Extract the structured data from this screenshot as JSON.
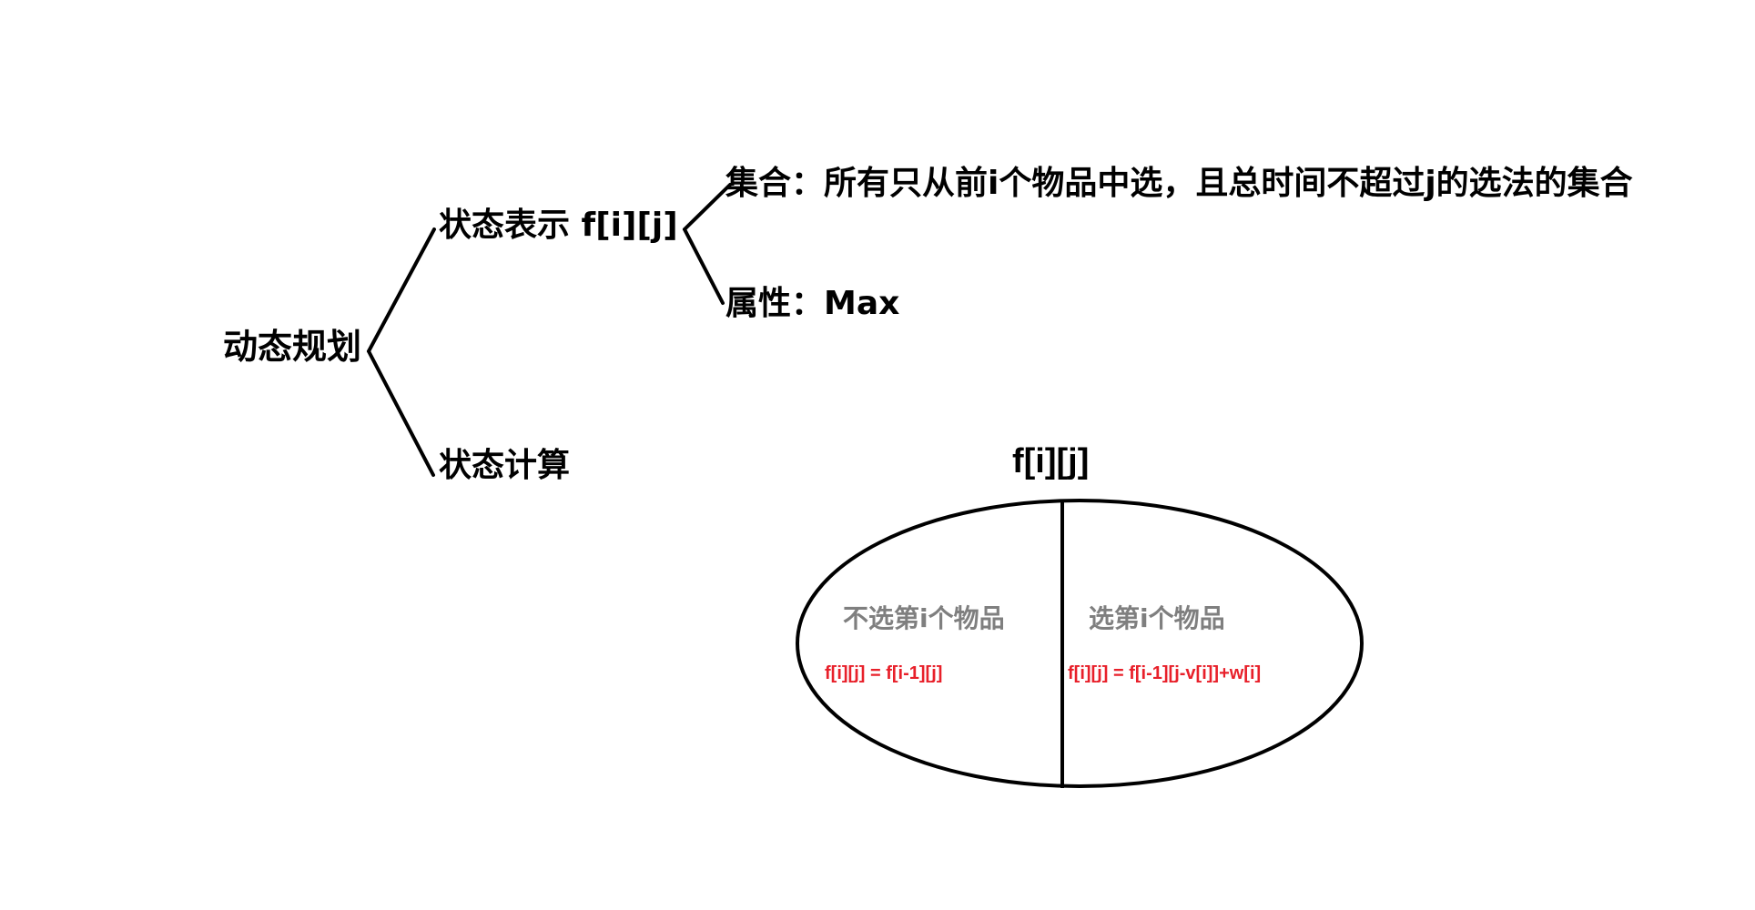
{
  "diagram": {
    "root": "动态规划",
    "branches": [
      {
        "label": "状态表示 f[i][j]",
        "children": [
          "集合：所有只从前i个物品中选，且总时间不超过j的选法的集合",
          "属性：Max"
        ]
      },
      {
        "label": "状态计算",
        "children": []
      }
    ]
  },
  "ellipse": {
    "title": "f[i][j]",
    "left_region": {
      "label": "不选第i个物品",
      "formula": "f[i][j] = f[i-1][j]"
    },
    "right_region": {
      "label": "选第i个物品",
      "formula": "f[i][j] = f[i-1][j-v[i]]+w[i]"
    }
  },
  "colors": {
    "line": "#000000",
    "text": "#000000",
    "region_label": "#7f7f7f",
    "formula": "#e8202a",
    "background": "#ffffff"
  }
}
